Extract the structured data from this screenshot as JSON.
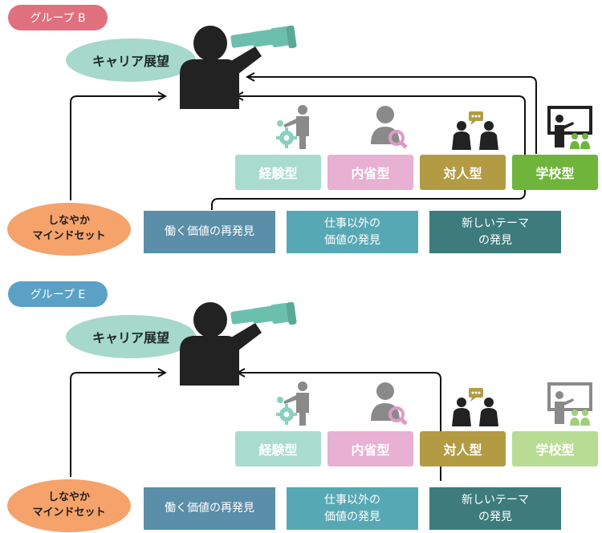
{
  "colors": {
    "group_b": "#e0707e",
    "group_e": "#5aa1c5",
    "career": "#a6d8cb",
    "flex": "#f5a26b",
    "type_experience": "#a9dccf",
    "type_reflection": "#e8b0d2",
    "type_interpersonal": "#b39b43",
    "type_school": "#6fb53b",
    "type_school_faded": "#b9dc95",
    "bottom_1": "#5b8ea8",
    "bottom_2": "#56a8b4",
    "bottom_3": "#3d7b7c",
    "line": "#111111",
    "person": "#222222",
    "scope": "#6dbfad"
  },
  "icons": {
    "person": "person-telescope-icon",
    "experience": "gear-presenter-icon",
    "reflection": "magnifier-person-icon",
    "interpersonal": "conversation-icon",
    "school": "classroom-board-icon"
  },
  "panel_b": {
    "group": "グループ B",
    "career": "キャリア展望",
    "flex_line1": "しなやか",
    "flex_line2": "マインドセット",
    "types": [
      "経験型",
      "内省型",
      "対人型",
      "学校型"
    ],
    "bottom": [
      {
        "line1": "働く価値の再発見",
        "line2": ""
      },
      {
        "line1": "仕事以外の",
        "line2": "価値の発見"
      },
      {
        "line1": "新しいテーマ",
        "line2": "の発見"
      }
    ]
  },
  "panel_e": {
    "group": "グループ E",
    "career": "キャリア展望",
    "flex_line1": "しなやか",
    "flex_line2": "マインドセット",
    "types": [
      "経験型",
      "内省型",
      "対人型",
      "学校型"
    ],
    "bottom": [
      {
        "line1": "働く価値の再発見",
        "line2": ""
      },
      {
        "line1": "仕事以外の",
        "line2": "価値の発見"
      },
      {
        "line1": "新しいテーマ",
        "line2": "の発見"
      }
    ]
  }
}
